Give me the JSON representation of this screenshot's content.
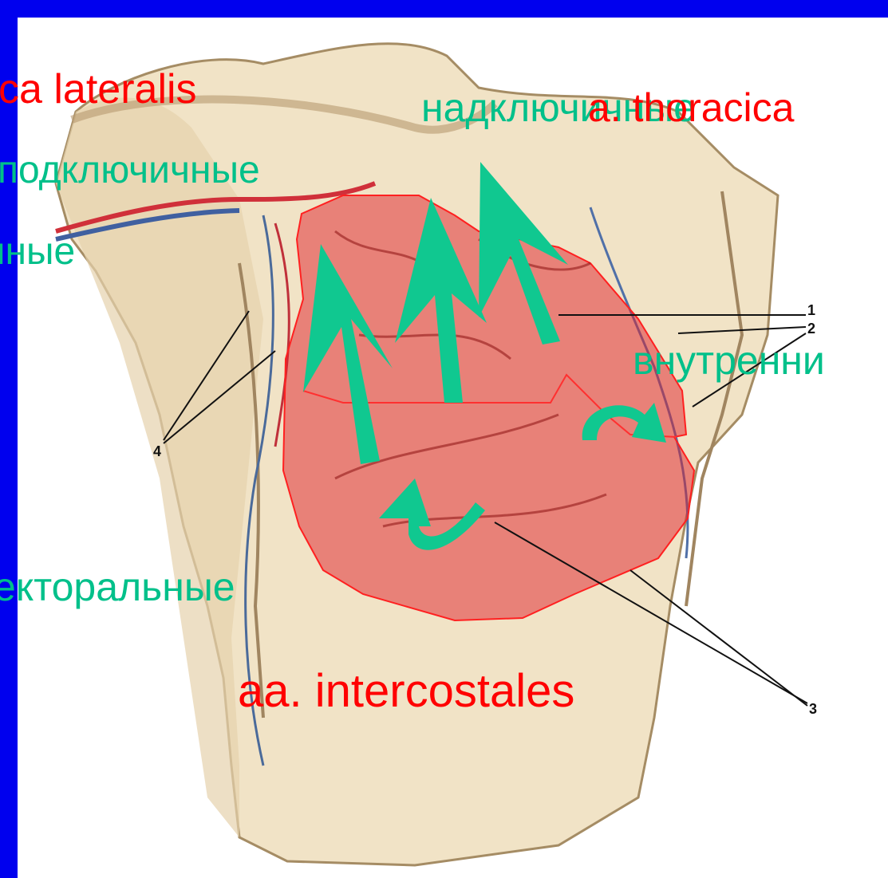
{
  "labels": {
    "thoracica_lateralis": "ca lateralis",
    "supraclavicular": "надключичные",
    "thoracica_top": "a. thoracica",
    "subclavian": "подключичные",
    "nye_fragment": "нные",
    "internal": "внутренни",
    "pectoral": "екторальные",
    "intercostales": "aa. intercostales"
  },
  "numbers": {
    "n1": "1",
    "n2": "2",
    "n3": "3",
    "n4": "4"
  },
  "colors": {
    "frame": "#0000ee",
    "label_red": "#ff0000",
    "label_teal": "#00c08a",
    "overlay": "#e0202a",
    "arrow": "#10c890"
  }
}
